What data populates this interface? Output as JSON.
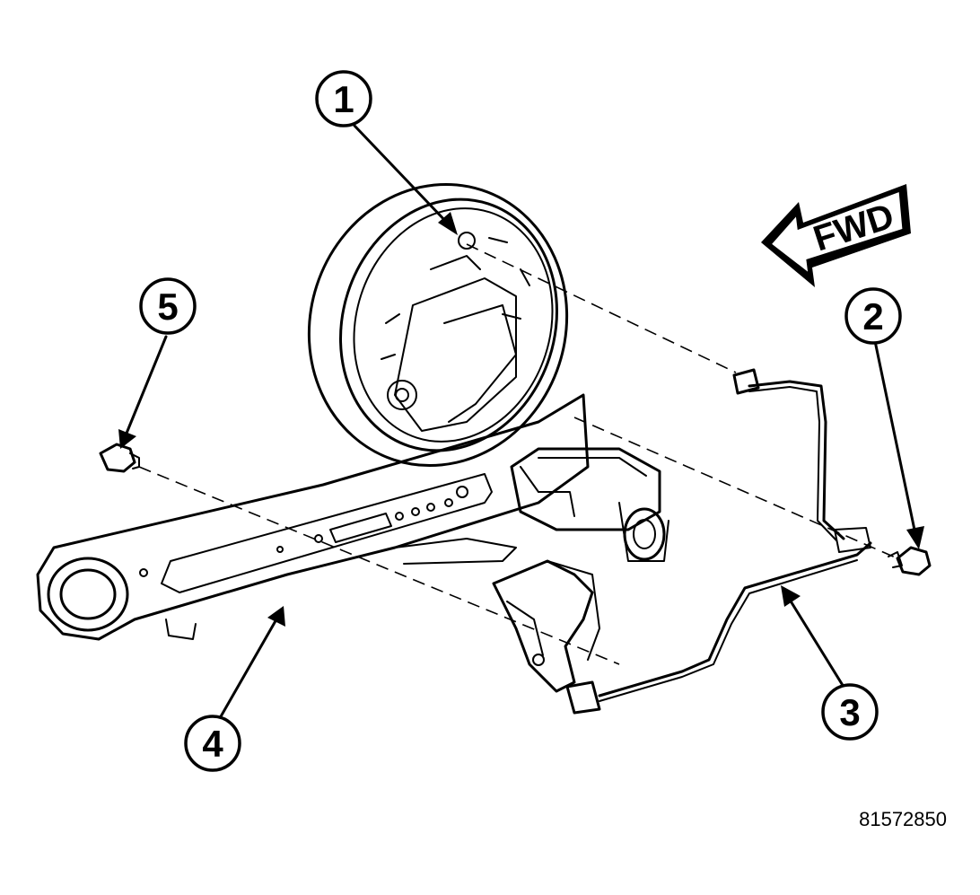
{
  "callouts": [
    {
      "id": "1",
      "label": "1"
    },
    {
      "id": "2",
      "label": "2"
    },
    {
      "id": "3",
      "label": "3"
    },
    {
      "id": "4",
      "label": "4"
    },
    {
      "id": "5",
      "label": "5"
    }
  ],
  "direction_label": "FWD",
  "figure_code": "81572850"
}
